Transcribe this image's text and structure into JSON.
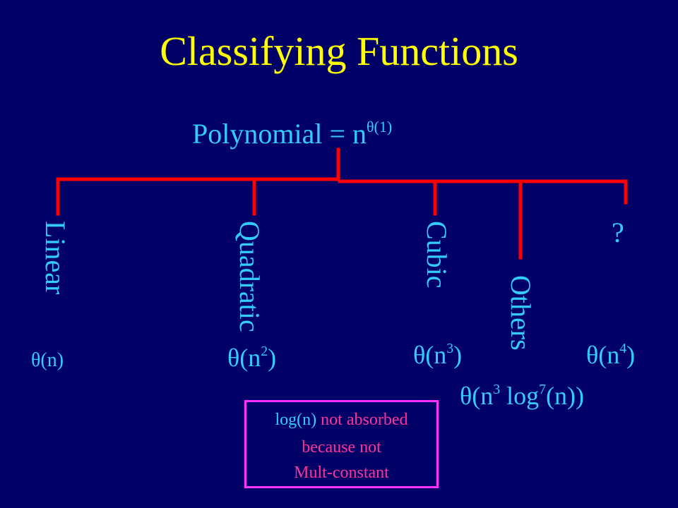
{
  "title": "Classifying Functions",
  "root": {
    "label": "Polynomial",
    "eq": "= n",
    "sup": "θ(1)"
  },
  "branches": {
    "linear": {
      "label": "Linear",
      "theta_base": "θ(n)"
    },
    "quadratic": {
      "label": "Quadratic",
      "theta_base": "θ(n",
      "theta_sup": "2",
      "theta_close": ")"
    },
    "cubic": {
      "label": "Cubic",
      "theta_base": "θ(n",
      "theta_sup": "3",
      "theta_close": ")"
    },
    "others": {
      "label": "Others",
      "theta_a": "θ(n",
      "theta_sup1": "3",
      "theta_b": " log",
      "theta_sup2": "7",
      "theta_c": "(n))"
    },
    "unknown": {
      "label": "?",
      "theta_base": "θ(n",
      "theta_sup": "4",
      "theta_close": ")"
    }
  },
  "note": {
    "line1_a": "log(n)",
    "line1_b": " not absorbed",
    "line2": "because not",
    "line3": "Mult-constant"
  },
  "colors": {
    "background": "#000066",
    "title": "#ffff00",
    "text": "#33ccff",
    "tree_lines": "#ff0000",
    "note_border": "#ff33ff",
    "note_text": "#ff3399"
  }
}
